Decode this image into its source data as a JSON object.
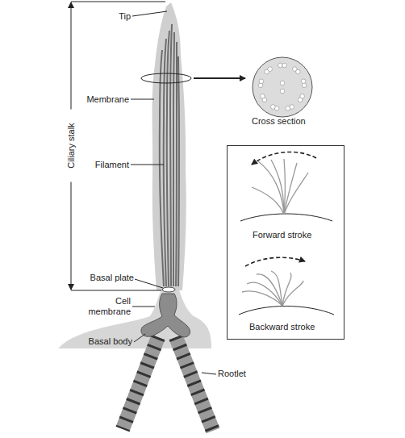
{
  "diagram": {
    "nodes": [
      {
        "text": [
          "Cross section"
        ]
      },
      {
        "text": [
          "Forward stroke",
          "Backward stroke"
        ]
      }
    ],
    "labels": [
      "Tip",
      "Membrane",
      "Filament",
      "Basal plate",
      "Cell membrane",
      "Basal body",
      "Rootlet",
      "Ciliary stalk"
    ]
  }
}
